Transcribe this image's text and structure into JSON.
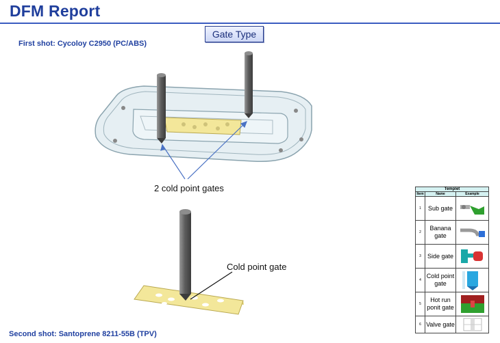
{
  "header": {
    "title": "DFM Report"
  },
  "gate_button": {
    "label": "Gate Type"
  },
  "shots": {
    "first": "First shot:   Cycoloy C2950 (PC/ABS)",
    "second": "Second shot:   Santoprene 8211-55B (TPV)"
  },
  "annotations": {
    "top_label": "2 cold point gates",
    "bottom_label": "Cold point gate"
  },
  "template_table": {
    "caption": "Templet",
    "headers": [
      "Item",
      "Name",
      "Example"
    ],
    "rows": [
      {
        "num": "1",
        "name": "Sub gate",
        "icon": "sub-gate-icon"
      },
      {
        "num": "2",
        "name": "Banana gate",
        "icon": "banana-gate-icon"
      },
      {
        "num": "3",
        "name": "Side gate",
        "icon": "side-gate-icon"
      },
      {
        "num": "4",
        "name": "Cold point gate",
        "icon": "cold-point-gate-icon"
      },
      {
        "num": "5",
        "name": "Hot run ponit gate",
        "icon": "hot-runner-gate-icon"
      },
      {
        "num": "6",
        "name": "Valve gate",
        "icon": "valve-gate-icon"
      }
    ]
  },
  "colors": {
    "title": "#1f3e9c",
    "part_yellow": "#f3e79a",
    "gate_rod": "#6f6f6f"
  }
}
